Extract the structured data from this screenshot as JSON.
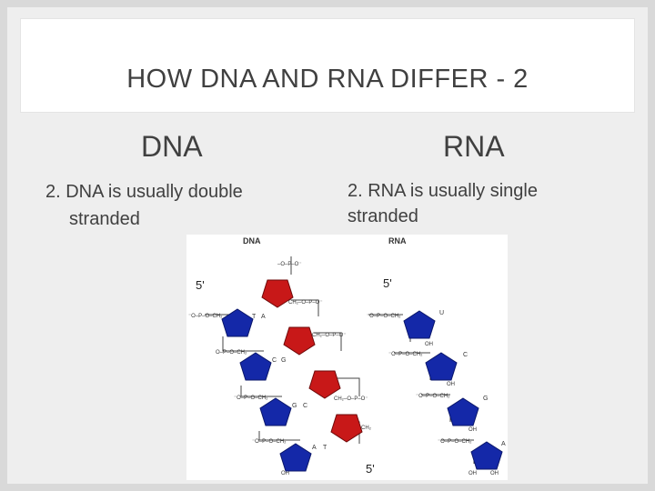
{
  "slide": {
    "title": "HOW DNA AND RNA DIFFER - 2",
    "left": {
      "heading": "DNA",
      "line1": "2. DNA is usually double",
      "line2": "stranded"
    },
    "right": {
      "heading": "RNA",
      "line1": "2. RNA is usually single",
      "line2": "stranded"
    }
  },
  "figure": {
    "dna_label": "DNA",
    "rna_label": "RNA",
    "five_prime": "5'",
    "five_prime_end": "5'",
    "colors": {
      "strand_a": "#1428a8",
      "strand_b": "#c81818",
      "backbone": "#333333"
    }
  }
}
